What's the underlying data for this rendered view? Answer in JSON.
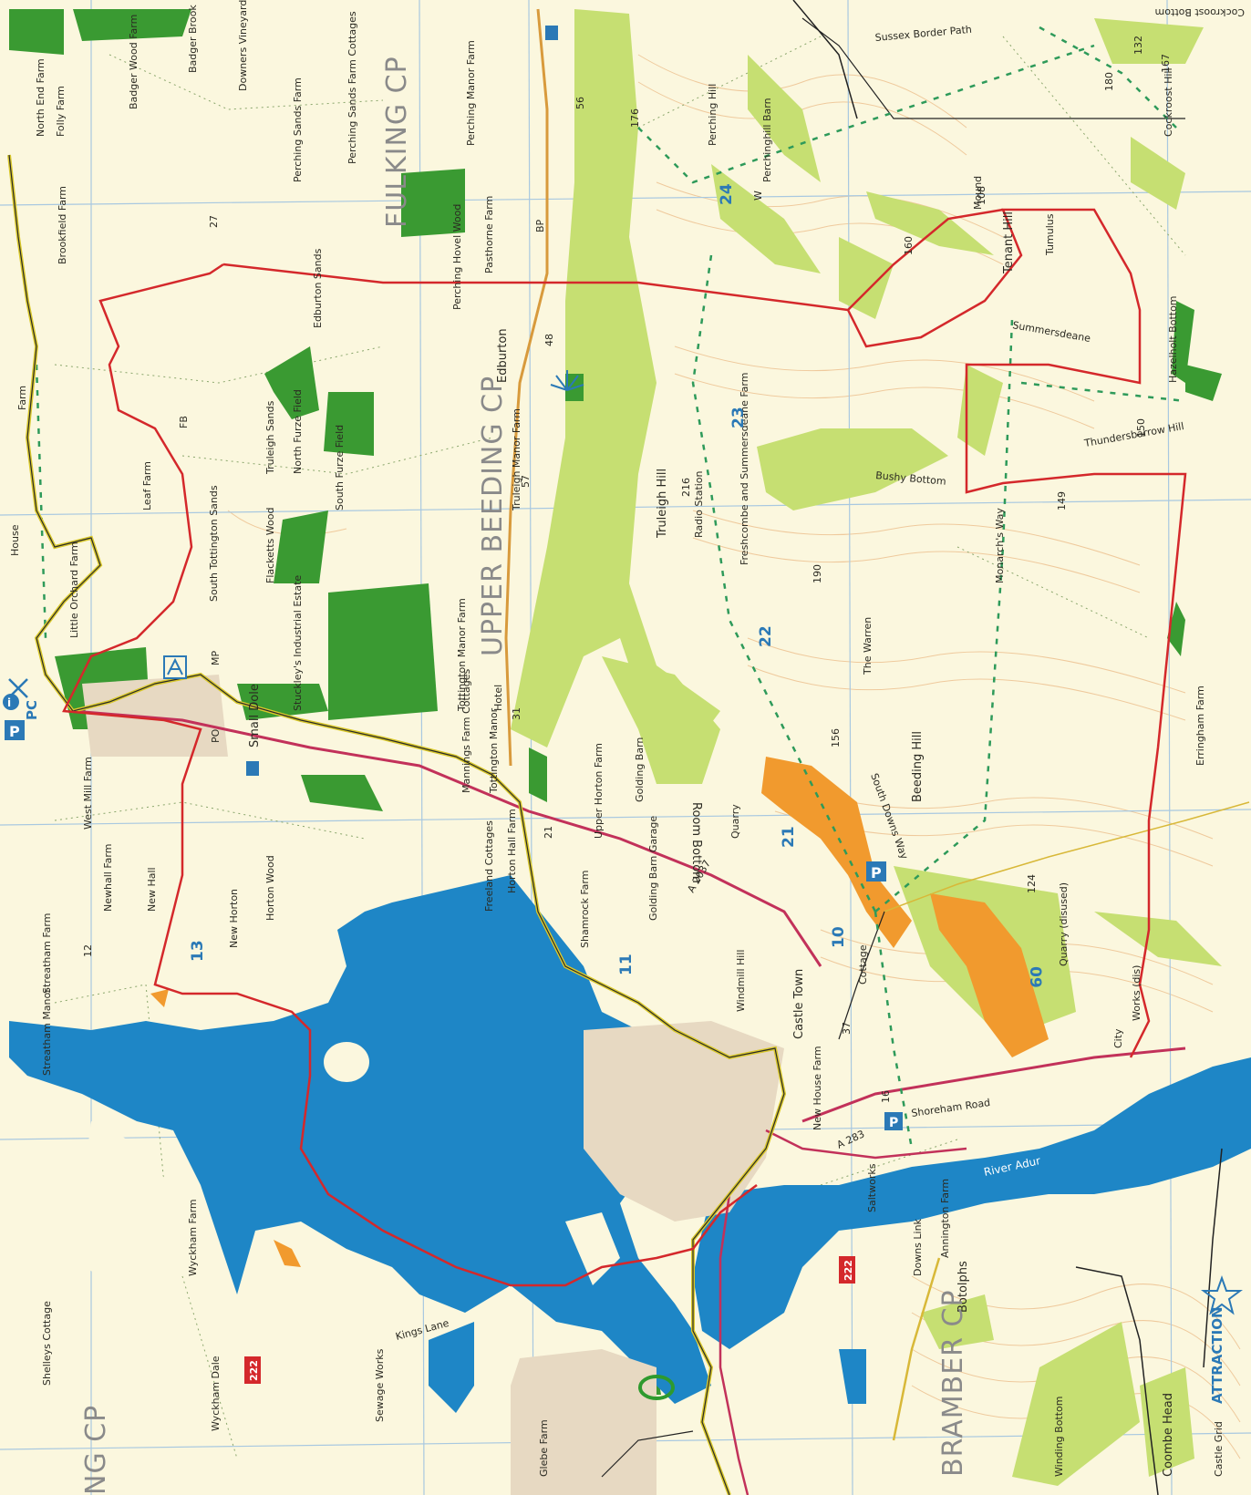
{
  "labels": {
    "north_end_farm": "North End Farm",
    "folly_farm": "Folly Farm",
    "badger_wood_farm": "Badger Wood Farm",
    "badger_brook": "Badger Brook",
    "downers_vineyard": "Downers Vineyard",
    "perching_sands_farm": "Perching Sands Farm",
    "perching_sands_cottages": "Perching Sands Farm Cottages",
    "perching_manor_farm": "Perching Manor Farm",
    "brookfield_farm": "Brookfield Farm",
    "fulking_cp": "FULKING CP",
    "perching_hovel_wood": "Perching Hovel Wood",
    "pasthorne_farm": "Pasthorne Farm",
    "edburton_sands": "Edburton Sands",
    "edburton": "Edburton",
    "truleigh_sands": "Truleigh Sands",
    "north_furze_field": "North Furze Field",
    "south_furze_field": "South Furze Field",
    "upper_beeding_cp": "UPPER BEEDING CP",
    "truleigh_manor_farm": "Truleigh Manor Farm",
    "truleigh_hill": "Truleigh Hill",
    "radio_station": "Radio Station",
    "freshcombe": "Freshcombe and Summersdeane Farm",
    "leaf_farm": "Leaf Farm",
    "house": "House",
    "south_tottington_sands": "South Tottington Sands",
    "little_orchard_farm": "Little Orchard Farm",
    "flacketts_wood": "Flacketts Wood",
    "small_dole": "Small Dole",
    "stuckleys_estate": "Stuckley's Industrial Estate",
    "tottington_manor_farm": "Tottington Manor Farm",
    "hotel": "Hotel",
    "tottington_manor": "Tottington Manor",
    "manor_farm_cottages": "Mannings Farm Cottages",
    "west_mill_farm": "West Mill Farm",
    "newhall_farm": "Newhall Farm",
    "new_hall": "New Hall",
    "new_horton": "New Horton",
    "horton_wood": "Horton Wood",
    "freeland_cottages": "Freeland Cottages",
    "horton_hall_farm": "Horton Hall Farm",
    "upper_horton_farm": "Upper Horton Farm",
    "golding_barn": "Golding Barn",
    "golding_barn_garage": "Golding Barn Garage",
    "room_bottom": "Room Bottom",
    "quarry": "Quarry",
    "shamrock_farm": "Shamrock Farm",
    "windmill_hill": "Windmill Hill",
    "castle_town": "Castle Town",
    "cottage": "Cottage",
    "the_warren": "The Warren",
    "beeding_hill": "Beeding Hill",
    "south_downs_way": "South Downs Way",
    "monarchs_way": "Monarch's Way",
    "bushy_bottom": "Bushy Bottom",
    "thundersbarrow_hill": "Thundersbarrow Hill",
    "tenant_hill": "Tenant Hill",
    "mound": "Mound",
    "tumulus": "Tumulus",
    "summersdeane": "Summersdeane",
    "perching_hill": "Perching Hill",
    "perchinghill_barn": "Perchinghill Barn",
    "sussex_border_path": "Sussex Border Path",
    "cockroost_hill": "Cockroost Hill",
    "cockroost_bottom": "Cockroost Bottom",
    "hazelholt_bottom": "Hazelholt Bottom",
    "erringham_farm": "Erringham Farm",
    "quarry_disused": "Quarry (disused)",
    "works_dis": "Works (dis)",
    "city": "City",
    "shoreham_road": "Shoreham Road",
    "river_adur": "River Adur",
    "new_house_farm": "New House Farm",
    "saltworks": "Saltworks",
    "downs_link": "Downs Link",
    "annington_farm": "Annington Farm",
    "botolphs": "Botolphs",
    "bramber_cp": "BRAMBER CP",
    "coombe_head": "Coombe Head",
    "winding_bottom": "Winding Bottom",
    "attraction": "ATTRACTION",
    "streatham_farm": "Streatham Farm",
    "streatham_manor": "Streatham Manor",
    "wyckham_farm": "Wyckham Farm",
    "wyckham_dale": "Wyckham Dale",
    "shelleys_cottage": "Shelleys Cottage",
    "sewage_works": "Sewage Works",
    "kings_lane": "Kings Lane",
    "glebe_farm": "Glebe Farm",
    "castle_grid": "Castle Grid",
    "farm": "Farm",
    "pc": "PC",
    "po": "PO",
    "cp_left": "NG CP",
    "road_a2037": "A 2037",
    "road_a283": "A 283",
    "fb": "FB",
    "bp": "BP",
    "w": "W",
    "mp": "MP"
  },
  "grid_numbers": [
    "24",
    "23",
    "22",
    "21",
    "10",
    "11",
    "09",
    "13"
  ],
  "road_badges": [
    "222",
    "222"
  ],
  "spot_heights": [
    "56",
    "48",
    "57",
    "31",
    "21",
    "37",
    "27",
    "12",
    "16",
    "149",
    "156",
    "216",
    "176",
    "108",
    "124",
    "180",
    "150",
    "190",
    "167",
    "160",
    "132"
  ],
  "colors": {
    "background": "#fbf7de",
    "water": "#1e86c6",
    "woodland": "#3a9a32",
    "light_green": "#c6df72",
    "orange": "#f19a2e",
    "boundary_red": "#d4282b",
    "boundary_yellow": "#d9c82b",
    "road_orange": "#d89a3c",
    "grid_blue": "#a8c8e0",
    "contour": "#e4a56a"
  }
}
